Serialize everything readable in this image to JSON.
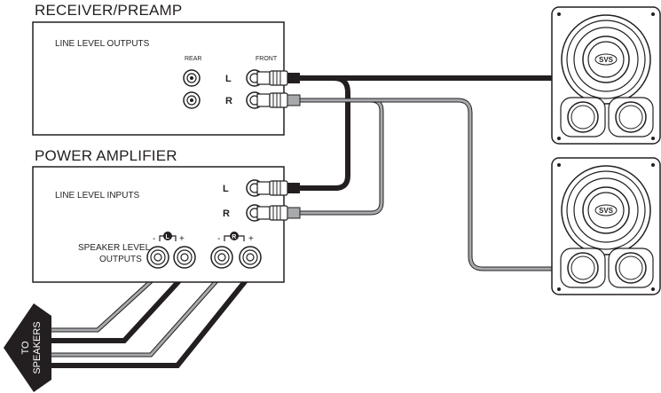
{
  "receiver": {
    "title": "RECEIVER/PREAMP",
    "section_label": "LINE LEVEL OUTPUTS",
    "rear_label": "REAR",
    "front_label": "FRONT",
    "left_label": "L",
    "right_label": "R"
  },
  "amplifier": {
    "title": "POWER AMPLIFIER",
    "inputs_label": "LINE LEVEL INPUTS",
    "left_label": "L",
    "right_label": "R",
    "speaker_outputs_line1": "SPEAKER LEVEL",
    "speaker_outputs_line2": "OUTPUTS",
    "left_channel_mark": "L",
    "right_channel_mark": "R",
    "minus": "-",
    "plus": "+"
  },
  "arrow": {
    "line1": "TO",
    "line2": "SPEAKERS"
  },
  "subwoofers": [
    {
      "logo": "SVS"
    },
    {
      "logo": "SVS"
    }
  ],
  "colors": {
    "black_cable": "#231f20",
    "gray_cable": "#a7a9ac",
    "outline": "#231f20"
  }
}
